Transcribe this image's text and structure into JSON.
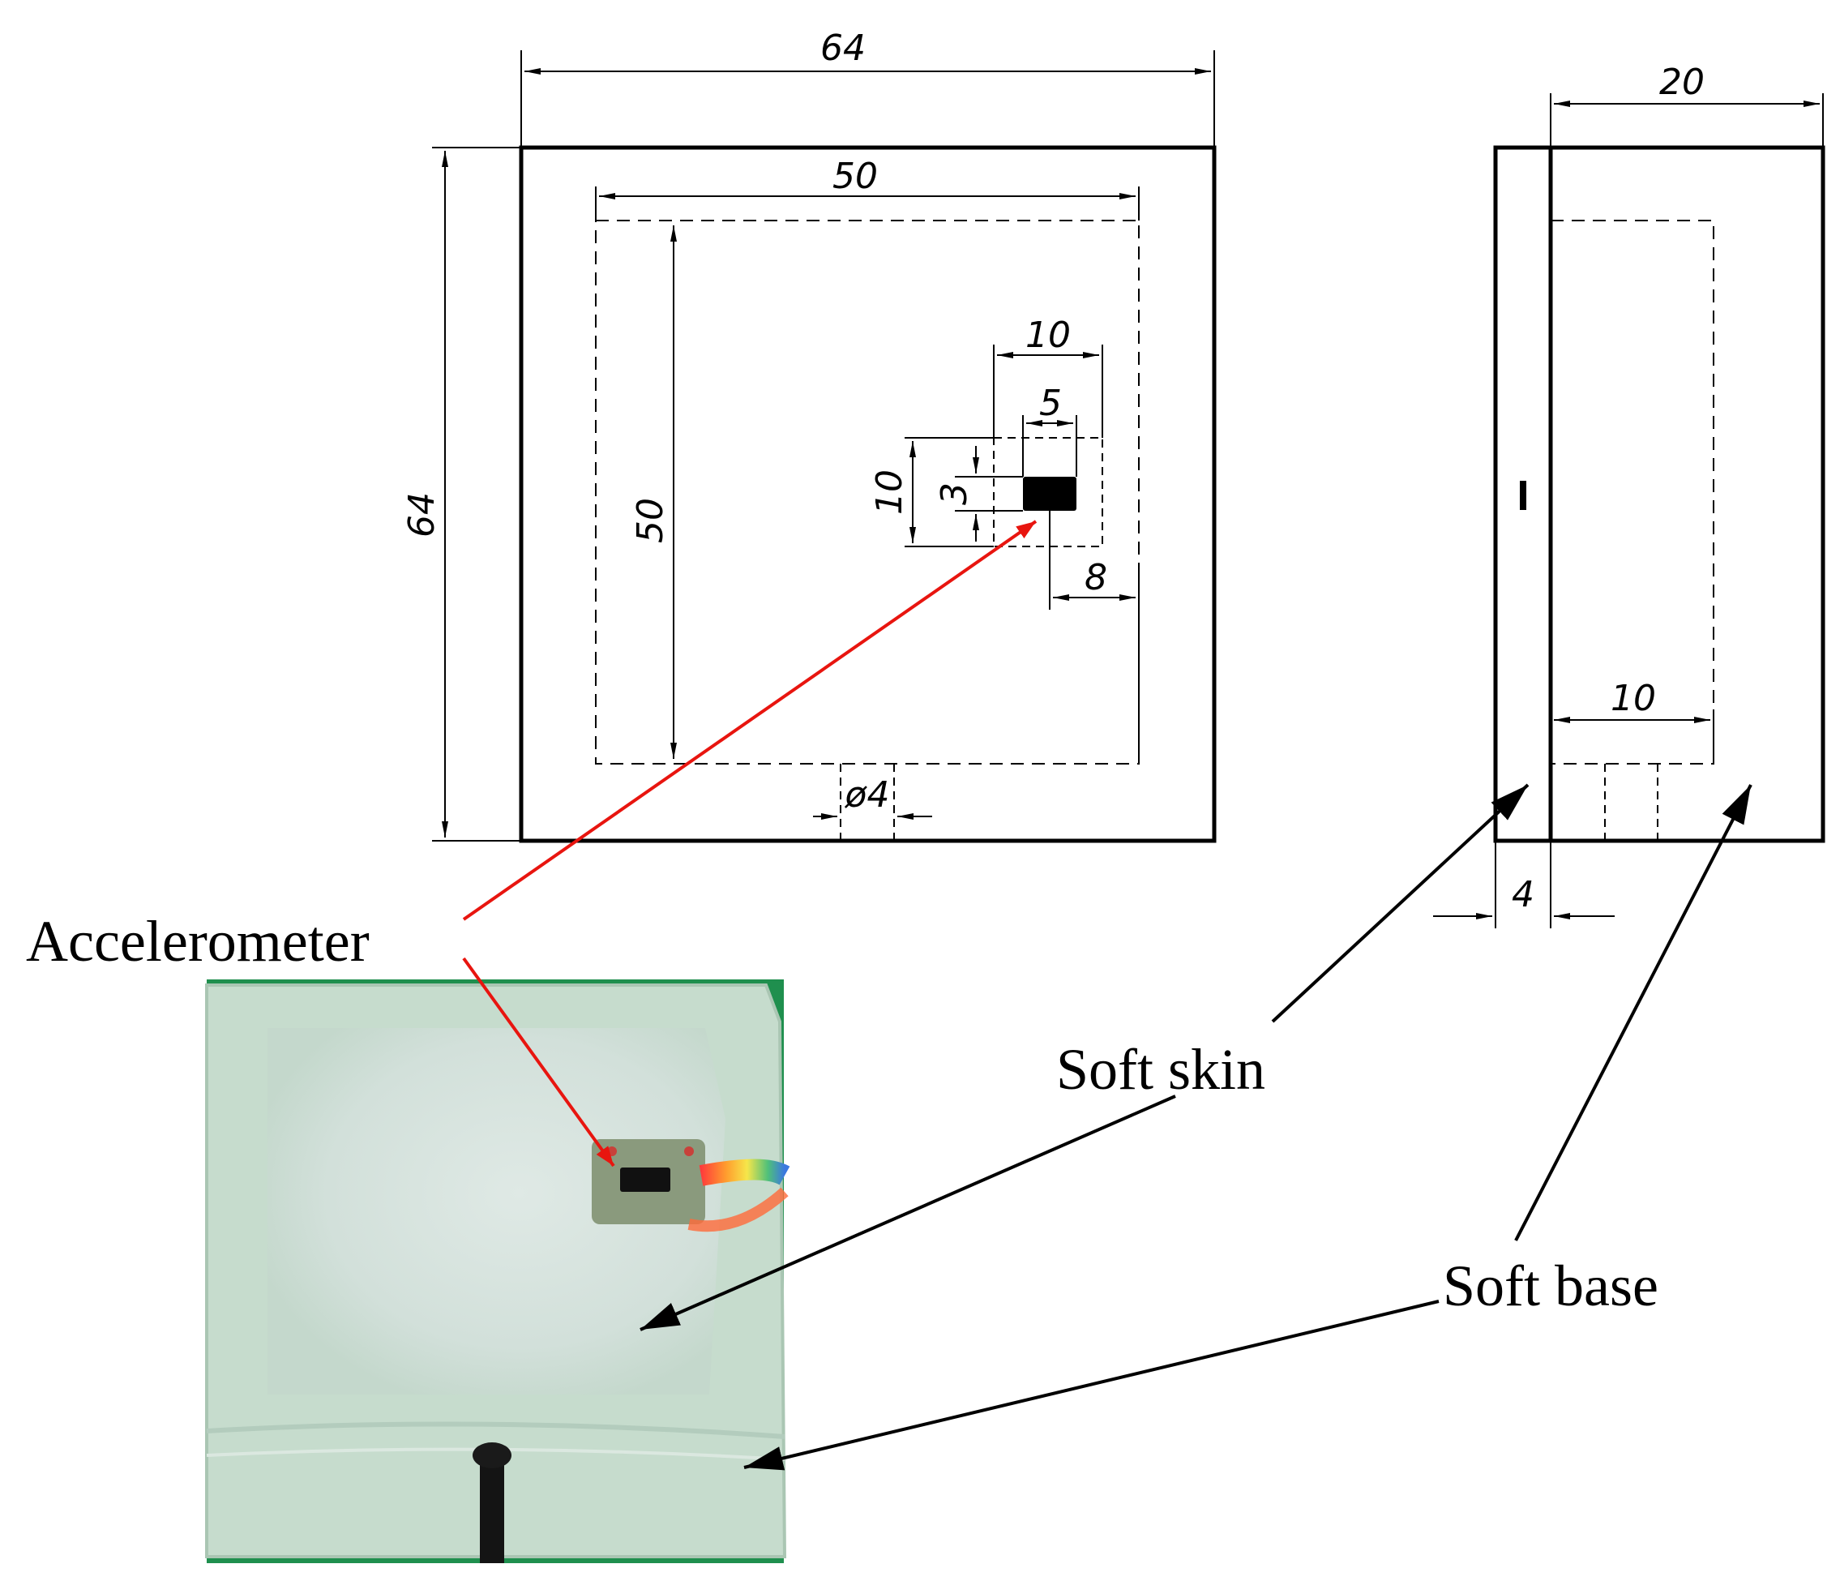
{
  "dimensions": {
    "front_outer_width": "64",
    "front_outer_height": "64",
    "front_inner_width": "50",
    "front_inner_height": "50",
    "sensor_pocket_width": "10",
    "sensor_pocket_height": "10",
    "sensor_width": "5",
    "sensor_height": "3",
    "sensor_offset": "8",
    "cable_hole": "ø4",
    "side_width": "20",
    "side_inner_width": "10",
    "skin_thickness": "4"
  },
  "labels": {
    "accelerometer": "Accelerometer",
    "soft_skin": "Soft skin",
    "soft_base": "Soft base"
  },
  "colors": {
    "arrow_red": "#e8150f",
    "arrow_black": "#000000",
    "photo_background": "#1f8f4e",
    "photo_silicone": "#cfe3d5"
  }
}
